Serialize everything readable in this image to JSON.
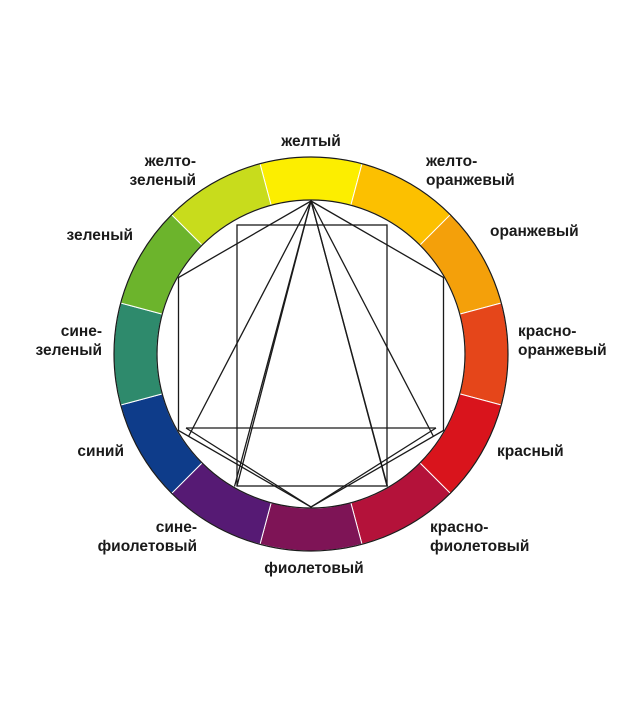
{
  "segments": [
    {
      "id": "yellow",
      "label": [
        "желтый"
      ],
      "color": "#fcee00"
    },
    {
      "id": "yellow-orange",
      "label": [
        "желто-",
        "оранжевый"
      ],
      "color": "#fcc000"
    },
    {
      "id": "orange",
      "label": [
        "оранжевый"
      ],
      "color": "#f4a00a"
    },
    {
      "id": "red-orange",
      "label": [
        "красно-",
        "оранжевый"
      ],
      "color": "#e5461a"
    },
    {
      "id": "red",
      "label": [
        "красный"
      ],
      "color": "#d9141c"
    },
    {
      "id": "red-violet",
      "label": [
        "красно-",
        "фиолетовый"
      ],
      "color": "#b4123a"
    },
    {
      "id": "violet",
      "label": [
        "фиолетовый"
      ],
      "color": "#7e1456"
    },
    {
      "id": "blue-violet",
      "label": [
        "сине-",
        "фиолетовый"
      ],
      "color": "#561a74"
    },
    {
      "id": "blue",
      "label": [
        "синий"
      ],
      "color": "#0e3c8a"
    },
    {
      "id": "blue-green",
      "label": [
        "сине-",
        "зеленый"
      ],
      "color": "#2e8a6c"
    },
    {
      "id": "green",
      "label": [
        "зеленый"
      ],
      "color": "#6cb42c"
    },
    {
      "id": "yellow-green",
      "label": [
        "желто-",
        "зеленый"
      ],
      "color": "#c8dc1c"
    }
  ],
  "colors": {
    "line": "#1a1a1a",
    "background": "#ffffff"
  }
}
